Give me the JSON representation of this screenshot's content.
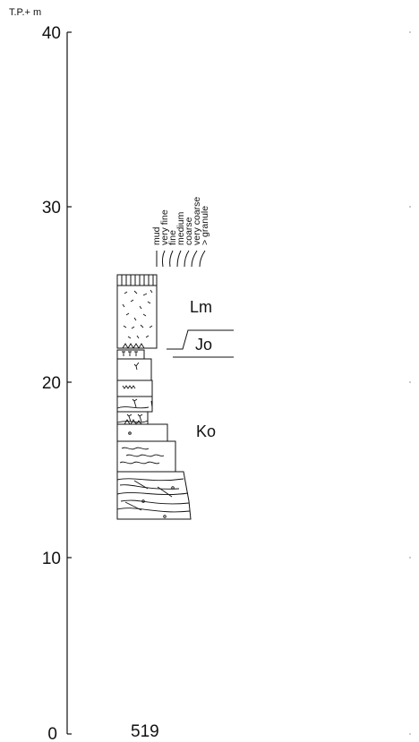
{
  "axis": {
    "units_label": "T.P.+    m",
    "ticks": [
      {
        "value": 0,
        "label": "0"
      },
      {
        "value": 10,
        "label": "10"
      },
      {
        "value": 20,
        "label": "20"
      },
      {
        "value": 30,
        "label": "30"
      },
      {
        "value": 40,
        "label": "40"
      }
    ],
    "min": 0,
    "max": 40
  },
  "grain_size_scale": [
    "mud",
    "very fine",
    "fine",
    "medium",
    "coarse",
    "very coarse",
    "> granule"
  ],
  "units": [
    {
      "label": "Lm"
    },
    {
      "label": "Jo"
    },
    {
      "label": "Ko"
    }
  ],
  "site_number": "519",
  "colors": {
    "line": "#111111",
    "background": "#ffffff",
    "guide": "#555555"
  }
}
